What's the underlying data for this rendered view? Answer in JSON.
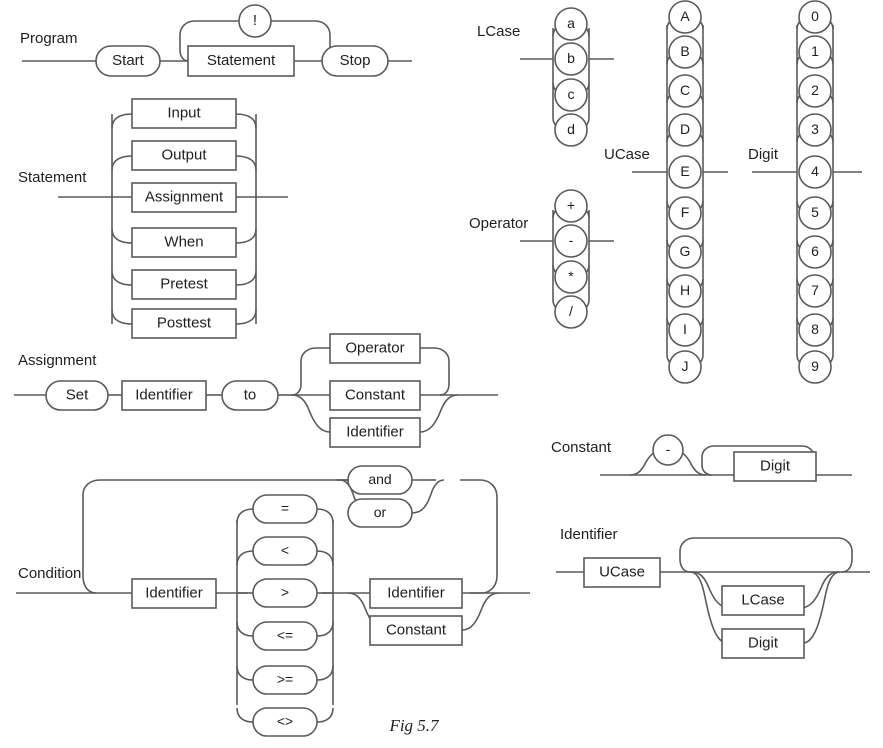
{
  "figure": {
    "caption": "Fig 5.7",
    "line_color": "#5a5a5a",
    "text_color": "#1f1f1f",
    "background": "#ffffff"
  },
  "rules": {
    "program": {
      "label": "Program",
      "start": "Start",
      "statement": "Statement",
      "repeat_marker": "!",
      "stop": "Stop"
    },
    "statement": {
      "label": "Statement",
      "alternatives": [
        "Input",
        "Output",
        "Assignment",
        "When",
        "Pretest",
        "Posttest"
      ],
      "main_line_index": 2
    },
    "assignment": {
      "label": "Assignment",
      "set": "Set",
      "identifier": "Identifier",
      "to": "to",
      "alternatives": [
        "Operator",
        "Constant",
        "Identifier"
      ],
      "main_line_index": 1
    },
    "condition": {
      "label": "Condition",
      "left_operand": "Identifier",
      "operators": [
        "=",
        "<",
        ">",
        "<=",
        ">=",
        "<>"
      ],
      "operators_main_index": 2,
      "right_operands": [
        "Identifier",
        "Constant"
      ],
      "right_main_index": 0,
      "connectors": [
        "and",
        "or"
      ],
      "connectors_main_index": 0
    },
    "lcase": {
      "label": "LCase",
      "alternatives": [
        "a",
        "b",
        "c",
        "d"
      ],
      "main_line_index": 1
    },
    "ucase": {
      "label": "UCase",
      "alternatives": [
        "A",
        "B",
        "C",
        "D",
        "E",
        "F",
        "G",
        "H",
        "I",
        "J"
      ],
      "main_line_index": 4
    },
    "digit": {
      "label": "Digit",
      "alternatives": [
        "0",
        "1",
        "2",
        "3",
        "4",
        "5",
        "6",
        "7",
        "8",
        "9"
      ],
      "main_line_index": 4
    },
    "operator": {
      "label": "Operator",
      "alternatives": [
        "+",
        "-",
        "*",
        "/"
      ],
      "main_line_index": 1
    },
    "constant": {
      "label": "Constant",
      "sign": "-",
      "digit": "Digit"
    },
    "identifier": {
      "label": "Identifier",
      "first": "UCase",
      "alternatives": [
        "LCase",
        "Digit"
      ]
    }
  }
}
